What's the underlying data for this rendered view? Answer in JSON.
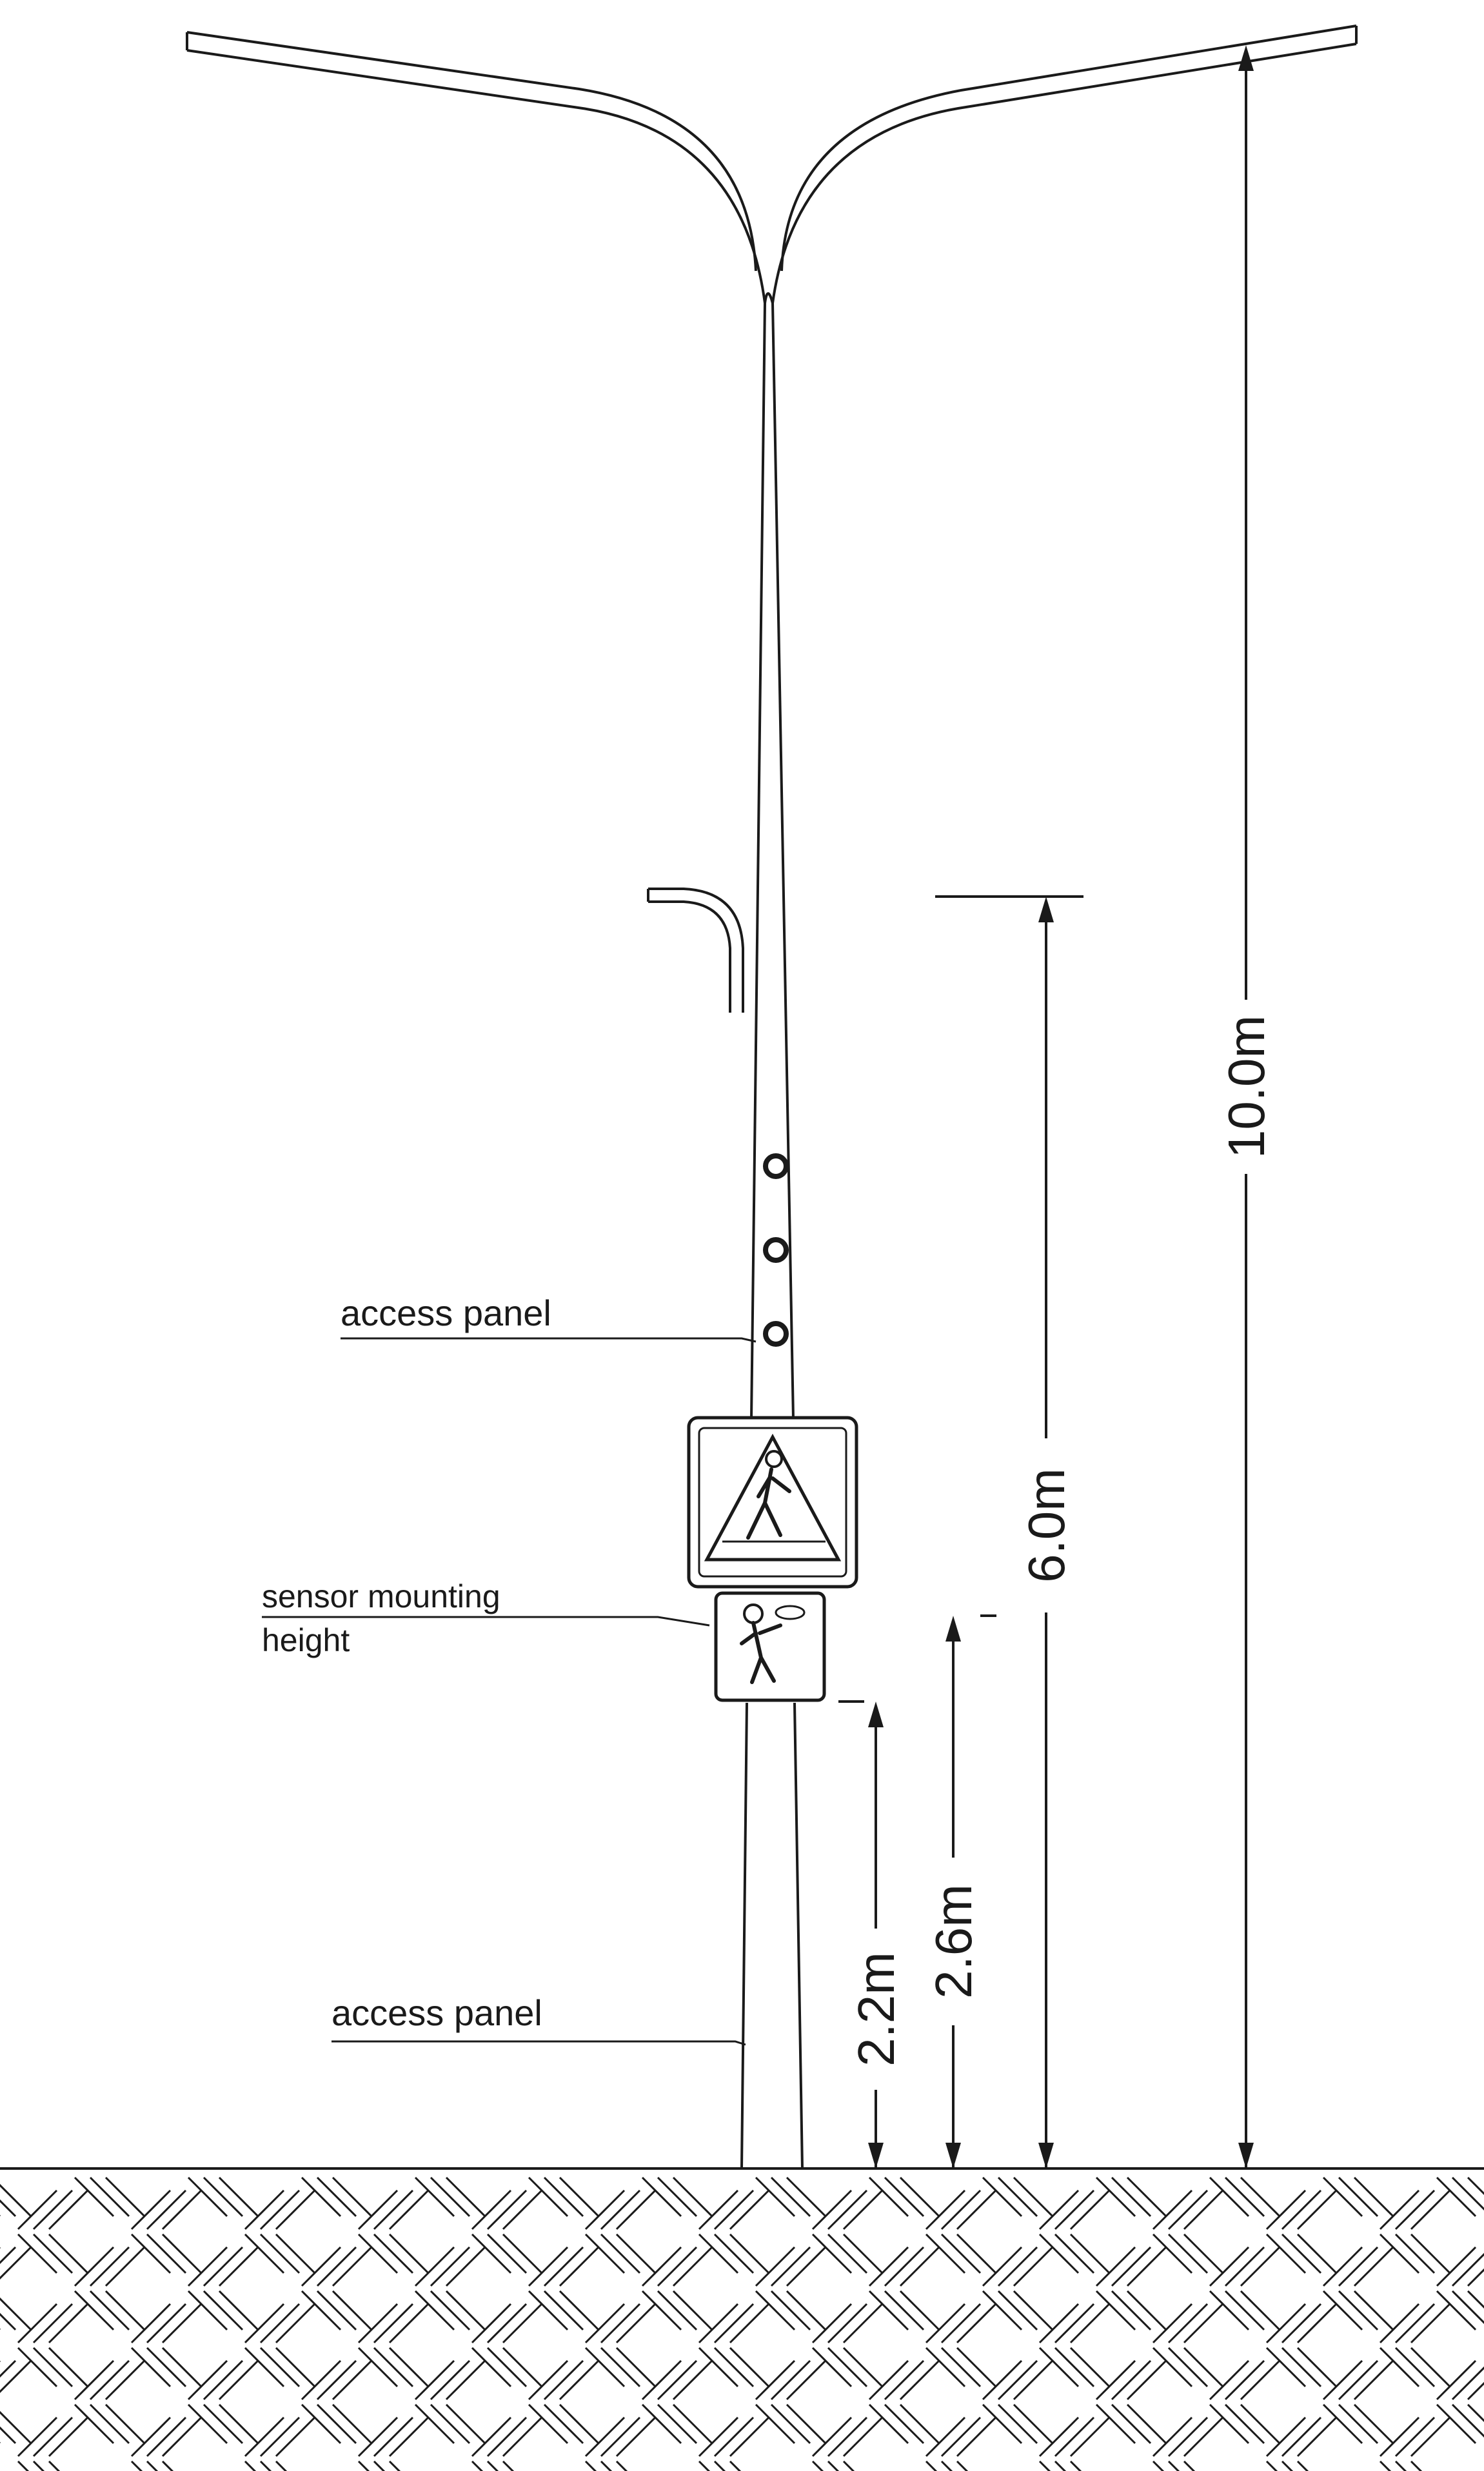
{
  "labels": {
    "access_panel_upper": "access panel",
    "sensor_mounting_line1": "sensor mounting",
    "sensor_mounting_line2": "height",
    "access_panel_lower": "access panel"
  },
  "dimensions": {
    "total_height": "10.0m",
    "arm_height": "6.0m",
    "sign_height": "2.6m",
    "sensor_height": "2.2m"
  },
  "colors": {
    "line": "#1a1a1a",
    "background": "#ffffff"
  },
  "icons": {
    "pedestrian_crossing_sign": "pedestrian-crossing-sign",
    "child_sign": "children-sign"
  }
}
